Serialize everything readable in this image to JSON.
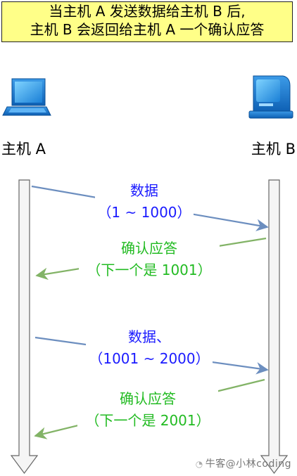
{
  "title": {
    "line1": "当主机 A 发送数据给主机 B 后,",
    "line2": "主机 B 会返回给主机 A 一个确认应答"
  },
  "hosts": {
    "a": {
      "label": "主机 A",
      "icon": "laptop-icon"
    },
    "b": {
      "label": "主机 B",
      "icon": "desktop-computer-icon"
    }
  },
  "messages": [
    {
      "line1": "数据",
      "line2": "（1 ~ 1000）",
      "direction": "A→B",
      "color": "#1a1aff"
    },
    {
      "line1": "确认应答",
      "line2": "（下一个是 1001）",
      "direction": "B→A",
      "color": "#22bb22"
    },
    {
      "line1": "数据、",
      "line2": "（1001 ~ 2000）",
      "direction": "A→B",
      "color": "#1a1aff"
    },
    {
      "line1": "确认应答",
      "line2": "（下一个是 2001）",
      "direction": "B→A",
      "color": "#22bb22"
    }
  ],
  "colors": {
    "title_bg": "#ffff88",
    "data_arrow": "#6c8ebf",
    "ack_arrow": "#82b366",
    "timeline_fill": "#f5f5f5",
    "timeline_stroke": "#666666"
  },
  "watermark": "牛客@小林coding"
}
